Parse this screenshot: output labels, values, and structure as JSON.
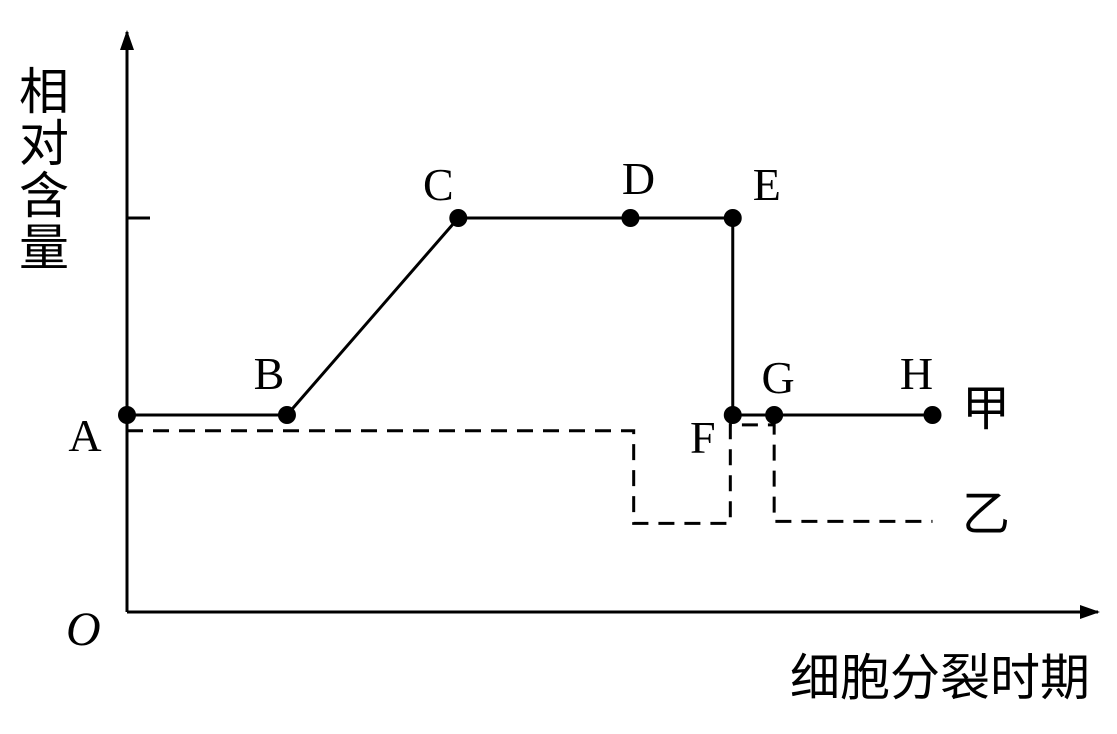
{
  "chart_data": {
    "type": "line",
    "title": "",
    "ylabel": "相对含量",
    "xlabel": "细胞分裂时期",
    "origin_label": "O",
    "grid": false,
    "legend": "inline-right",
    "ylim": [
      0,
      4
    ],
    "xlim": [
      0,
      10
    ],
    "y_tick_at": [
      4
    ],
    "series": [
      {
        "name": "甲",
        "style": "solid",
        "color": "#000000",
        "points": [
          {
            "label": "A",
            "x": 0.0,
            "y": 2
          },
          {
            "label": "B",
            "x": 1.97,
            "y": 2
          },
          {
            "label": "C",
            "x": 4.08,
            "y": 4
          },
          {
            "label": "D",
            "x": 6.2,
            "y": 4
          },
          {
            "label": "E",
            "x": 7.46,
            "y": 4
          },
          {
            "label": "",
            "x": 7.46,
            "y": 2
          },
          {
            "label": "F",
            "x": 7.46,
            "y": 2
          },
          {
            "label": "G",
            "x": 7.97,
            "y": 2
          },
          {
            "label": "H",
            "x": 9.92,
            "y": 2
          }
        ],
        "markers": [
          "A",
          "B",
          "C",
          "D",
          "E",
          "F",
          "G",
          "H"
        ]
      },
      {
        "name": "乙",
        "style": "dashed",
        "color": "#000000",
        "points": [
          {
            "x": 0.0,
            "y": 1.84
          },
          {
            "x": 6.24,
            "y": 1.84
          },
          {
            "x": 6.24,
            "y": 0.9
          },
          {
            "x": 7.43,
            "y": 0.9
          },
          {
            "x": 7.43,
            "y": 1.9
          },
          {
            "x": 7.97,
            "y": 1.9
          },
          {
            "x": 7.97,
            "y": 0.92
          },
          {
            "x": 9.92,
            "y": 0.92
          }
        ]
      }
    ]
  }
}
